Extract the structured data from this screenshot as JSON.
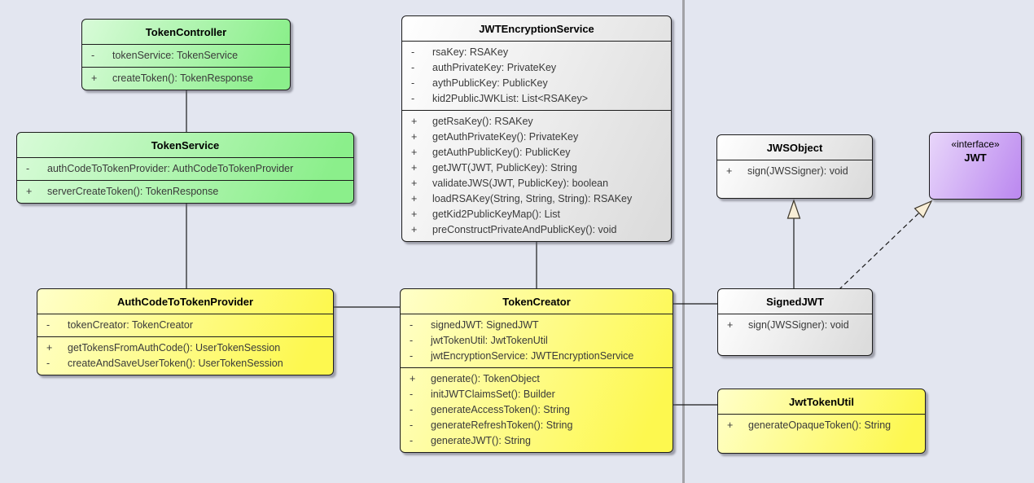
{
  "diagram": {
    "kind": "uml-class-diagram",
    "background_color": "#e3e6f0",
    "divider_color": "#a2a2a6",
    "theme_colors": {
      "green": "#8bef8b",
      "yellow": "#fdf84f",
      "gray": "#dcdcdc",
      "purple": "#bd8bf0",
      "arrowhead_fill": "#f8eed6"
    }
  },
  "classes": [
    {
      "name": "TokenController",
      "theme": "green",
      "attributes": [
        {
          "vis": "-",
          "text": "tokenService: TokenService"
        }
      ],
      "methods": [
        {
          "vis": "+",
          "text": "createToken(): TokenResponse"
        }
      ]
    },
    {
      "name": "TokenService",
      "theme": "green",
      "attributes": [
        {
          "vis": "-",
          "text": "authCodeToTokenProvider: AuthCodeToTokenProvider"
        }
      ],
      "methods": [
        {
          "vis": "+",
          "text": "serverCreateToken(): TokenResponse"
        }
      ]
    },
    {
      "name": "JWTEncryptionService",
      "theme": "gray",
      "attributes": [
        {
          "vis": "-",
          "text": "rsaKey: RSAKey"
        },
        {
          "vis": "-",
          "text": "authPrivateKey: PrivateKey"
        },
        {
          "vis": "-",
          "text": "aythPublicKey: PublicKey"
        },
        {
          "vis": "-",
          "text": "kid2PublicJWKList: List<RSAKey>"
        }
      ],
      "methods": [
        {
          "vis": "+",
          "text": "getRsaKey(): RSAKey"
        },
        {
          "vis": "+",
          "text": "getAuthPrivateKey(): PrivateKey"
        },
        {
          "vis": "+",
          "text": "getAuthPublicKey(): PublicKey"
        },
        {
          "vis": "+",
          "text": "getJWT(JWT, PublicKey): String"
        },
        {
          "vis": "+",
          "text": "validateJWS(JWT, PublicKey): boolean"
        },
        {
          "vis": "+",
          "text": "loadRSAKey(String, String, String): RSAKey"
        },
        {
          "vis": "+",
          "text": "getKid2PublicKeyMap(): List"
        },
        {
          "vis": "+",
          "text": "preConstructPrivateAndPublicKey(): void"
        }
      ]
    },
    {
      "name": "JWSObject",
      "theme": "gray",
      "attributes": [],
      "methods": [
        {
          "vis": "+",
          "text": "sign(JWSSigner): void"
        }
      ]
    },
    {
      "name": "JWT",
      "stereotype": "«interface»",
      "theme": "purple",
      "attributes": [],
      "methods": []
    },
    {
      "name": "AuthCodeToTokenProvider",
      "theme": "yellow",
      "attributes": [
        {
          "vis": "-",
          "text": "tokenCreator: TokenCreator"
        }
      ],
      "methods": [
        {
          "vis": "+",
          "text": "getTokensFromAuthCode(): UserTokenSession"
        },
        {
          "vis": "-",
          "text": "createAndSaveUserToken(): UserTokenSession"
        }
      ]
    },
    {
      "name": "TokenCreator",
      "theme": "yellow",
      "attributes": [
        {
          "vis": "-",
          "text": "signedJWT: SignedJWT"
        },
        {
          "vis": "-",
          "text": "jwtTokenUtil: JwtTokenUtil"
        },
        {
          "vis": "-",
          "text": "jwtEncryptionService: JWTEncryptionService"
        }
      ],
      "methods": [
        {
          "vis": "+",
          "text": "generate(): TokenObject"
        },
        {
          "vis": "-",
          "text": "initJWTClaimsSet(): Builder"
        },
        {
          "vis": "-",
          "text": "generateAccessToken(): String"
        },
        {
          "vis": "-",
          "text": "generateRefreshToken(): String"
        },
        {
          "vis": "-",
          "text": "generateJWT(): String"
        }
      ]
    },
    {
      "name": "SignedJWT",
      "theme": "gray",
      "attributes": [],
      "methods": [
        {
          "vis": "+",
          "text": "sign(JWSSigner): void"
        }
      ]
    },
    {
      "name": "JwtTokenUtil",
      "theme": "yellow",
      "attributes": [],
      "methods": [
        {
          "vis": "+",
          "text": "generateOpaqueToken(): String"
        }
      ]
    }
  ],
  "relations": [
    {
      "from": "TokenController",
      "to": "TokenService",
      "type": "association"
    },
    {
      "from": "TokenService",
      "to": "AuthCodeToTokenProvider",
      "type": "association"
    },
    {
      "from": "JWTEncryptionService",
      "to": "TokenCreator",
      "type": "association"
    },
    {
      "from": "AuthCodeToTokenProvider",
      "to": "TokenCreator",
      "type": "association"
    },
    {
      "from": "TokenCreator",
      "to": "SignedJWT",
      "type": "association"
    },
    {
      "from": "TokenCreator",
      "to": "JwtTokenUtil",
      "type": "association"
    },
    {
      "from": "SignedJWT",
      "to": "JWSObject",
      "type": "generalization"
    },
    {
      "from": "SignedJWT",
      "to": "JWT",
      "type": "realization"
    }
  ]
}
